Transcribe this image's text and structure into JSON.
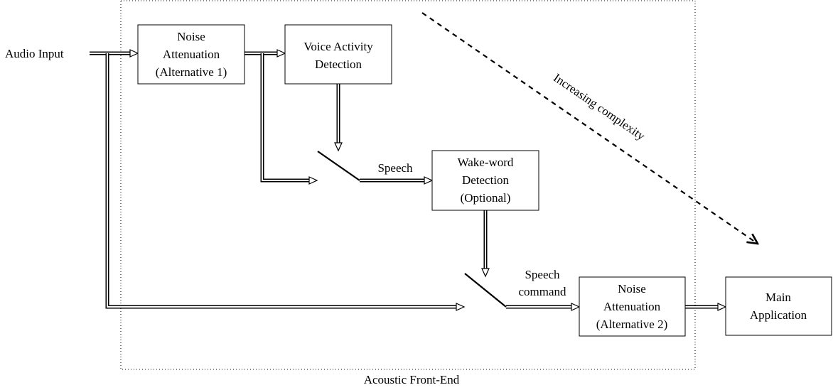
{
  "diagram": {
    "input_label": "Audio Input",
    "container_label": "Acoustic Front-End",
    "complexity_label": "Increasing complexity",
    "blocks": {
      "noise_att_1": [
        "Noise",
        "Attenuation",
        "(Alternative 1)"
      ],
      "vad": [
        "Voice Activity",
        "Detection"
      ],
      "wake_word": [
        "Wake-word",
        "Detection",
        "(Optional)"
      ],
      "noise_att_2": [
        "Noise",
        "Attenuation",
        "(Alternative 2)"
      ],
      "main_app": [
        "Main",
        "Application"
      ]
    },
    "edge_labels": {
      "speech": "Speech",
      "speech_command_1": "Speech",
      "speech_command_2": "command"
    }
  }
}
